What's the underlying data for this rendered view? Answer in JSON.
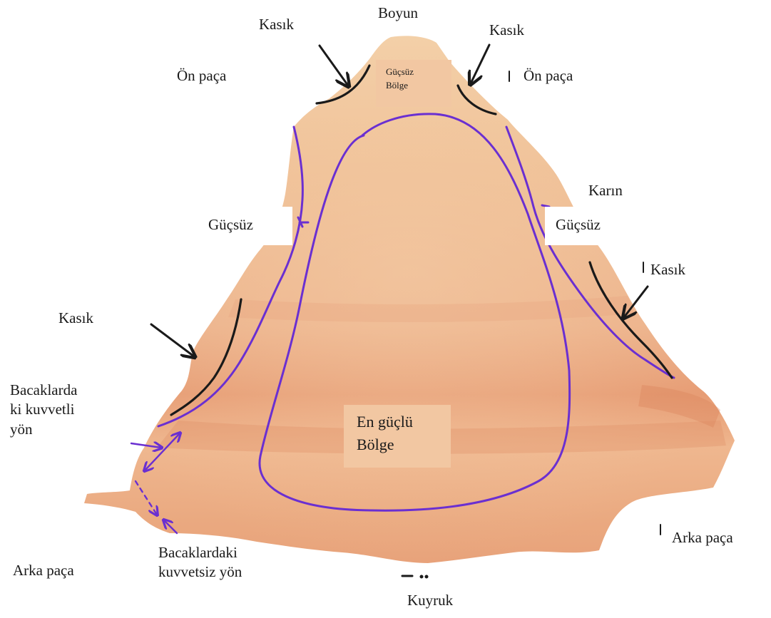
{
  "labels": {
    "boyun": "Boyun",
    "kasik_top_left": "Kasık",
    "kasik_top_right": "Kasık",
    "on_paca_left": "Ön paça",
    "on_paca_right": "Ön paça",
    "karin": "Karın",
    "gucsuz_left": "Güçsüz",
    "gucsuz_right": "Güçsüz",
    "kasik_right": "Kasık",
    "kasik_left": "Kasık",
    "bacak_kuvvetli": "Bacaklarda\nki kuvvetli\nyön",
    "bacak_kuvvetsiz": "Bacaklardaki\nkuvvetsiz yön",
    "arka_paca_left": "Arka paça",
    "arka_paca_right": "Arka paça",
    "kuyruk": "Kuyruk",
    "weak_zone": "Güçsüz\nBölge",
    "strong_zone": "En güçlü\nBölge"
  },
  "colors": {
    "hide_base": "#efb98f",
    "hide_dark": "#e39a72",
    "hide_light": "#f5cfa9",
    "strength_line": "#6a2fd1",
    "kasik_curve": "#1a1a1a",
    "label_box": "#f2c7a2"
  },
  "icons": {
    "arrow": "arrow-icon"
  }
}
